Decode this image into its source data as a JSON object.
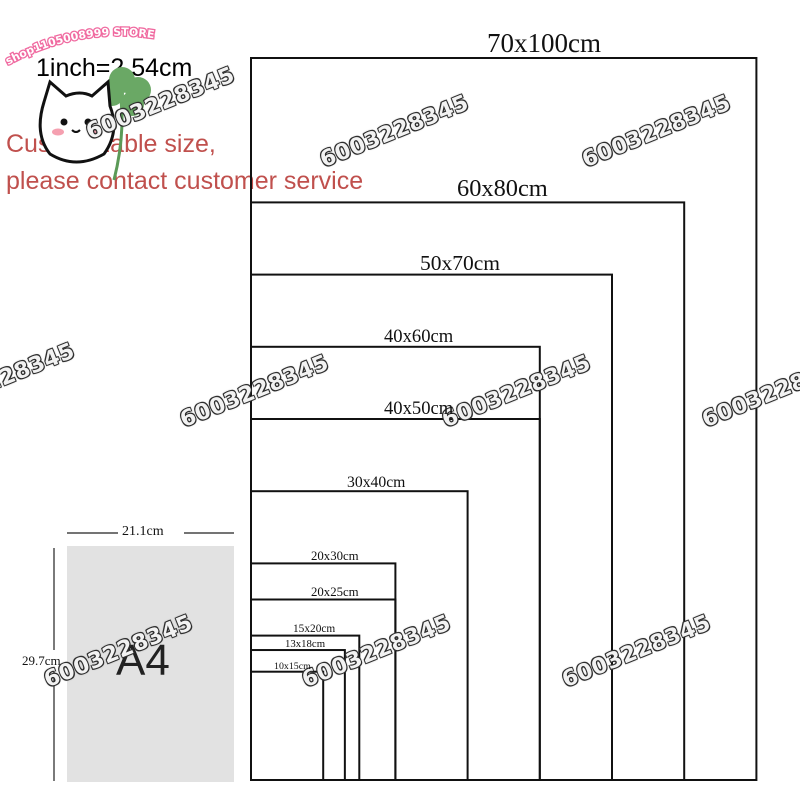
{
  "header": {
    "store_name": "shop1105008999 STORE",
    "conversion": "1inch=2.54cm",
    "note_line1": "Customizable size,",
    "note_line2": "please contact customer service"
  },
  "sizes": [
    {
      "label": "70x100cm",
      "w": 70,
      "h": 100
    },
    {
      "label": "60x80cm",
      "w": 60,
      "h": 80
    },
    {
      "label": "50x70cm",
      "w": 50,
      "h": 70
    },
    {
      "label": "40x60cm",
      "w": 40,
      "h": 60
    },
    {
      "label": "40x50cm",
      "w": 40,
      "h": 50
    },
    {
      "label": "30x40cm",
      "w": 30,
      "h": 40
    },
    {
      "label": "20x30cm",
      "w": 20,
      "h": 30
    },
    {
      "label": "20x25cm",
      "w": 20,
      "h": 25
    },
    {
      "label": "15x20cm",
      "w": 15,
      "h": 20
    },
    {
      "label": "13x18cm",
      "w": 13,
      "h": 18
    },
    {
      "label": "10x15cm",
      "w": 10,
      "h": 15
    }
  ],
  "a4": {
    "label": "A4",
    "width_label": "21.1cm",
    "height_label": "29.7cm"
  },
  "watermark": "6003228345",
  "colors": {
    "note_text": "#c0504d",
    "a4_fill": "#e2e2e2",
    "store_arc": "#f06aa0",
    "clover": "#5b9a57"
  }
}
